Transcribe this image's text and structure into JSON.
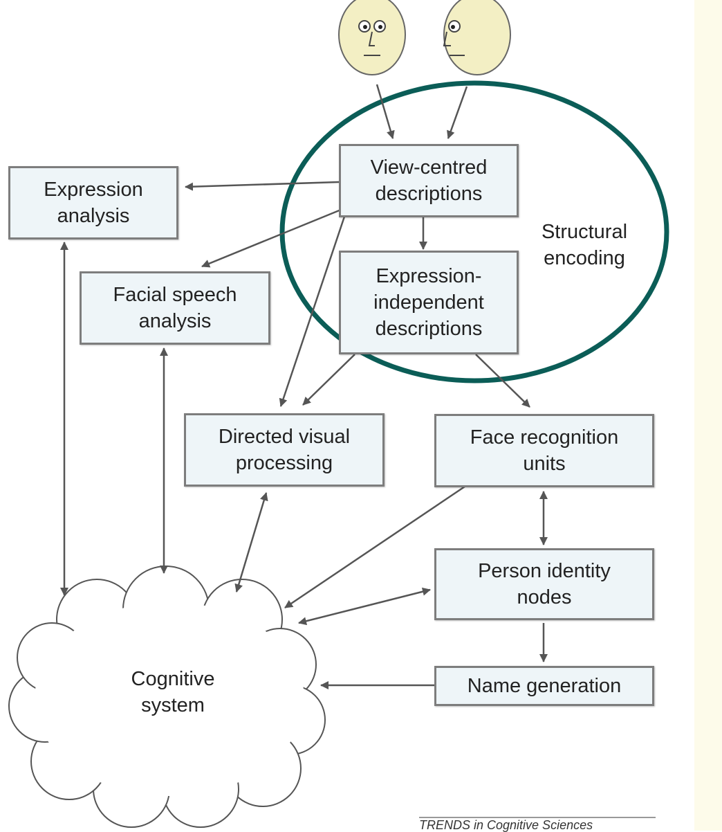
{
  "colors": {
    "box_fill": "#eef5f8",
    "box_border": "#7d7d7d",
    "face_fill": "#f3efc4",
    "highlight_ellipse": "#0b5d57",
    "arrow": "#555555"
  },
  "nodes": {
    "view_centred": {
      "line1": "View-centred",
      "line2": "descriptions"
    },
    "expression_independent": {
      "line1": "Expression-",
      "line2": "independent",
      "line3": "descriptions"
    },
    "structural_encoding": {
      "line1": "Structural",
      "line2": "encoding"
    },
    "expression_analysis": {
      "line1": "Expression",
      "line2": "analysis"
    },
    "facial_speech": {
      "line1": "Facial speech",
      "line2": "analysis"
    },
    "directed_visual": {
      "line1": "Directed visual",
      "line2": "processing"
    },
    "face_recognition": {
      "line1": "Face recognition",
      "line2": "units"
    },
    "person_identity": {
      "line1": "Person identity",
      "line2": "nodes"
    },
    "name_generation": {
      "line1": "Name generation"
    },
    "cognitive_system": {
      "line1": "Cognitive",
      "line2": "system"
    }
  },
  "icons": [
    "face-frontal-icon",
    "face-profile-icon"
  ],
  "credit": "TRENDS in Cognitive Sciences"
}
